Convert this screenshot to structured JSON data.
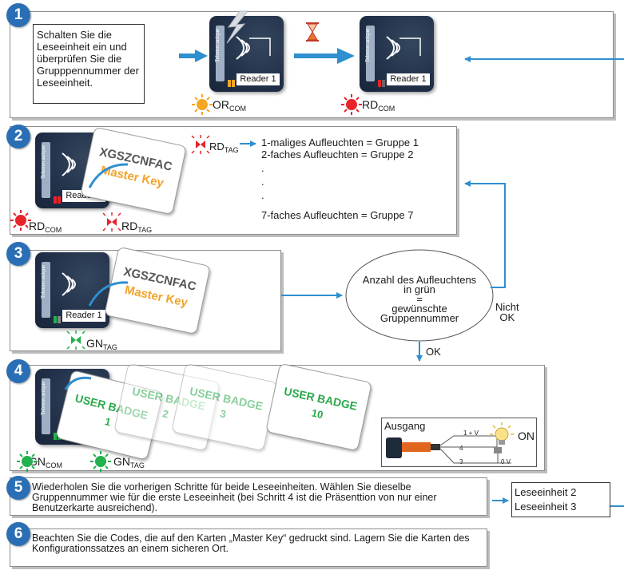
{
  "steps": {
    "s1": {
      "num": "1",
      "text": "Schalten Sie die Leseeinheit ein und überprüfen Sie die Grupppennummer der Leseeinheit."
    },
    "s2": {
      "num": "2"
    },
    "s3": {
      "num": "3"
    },
    "s4": {
      "num": "4"
    },
    "s5": {
      "num": "5",
      "text": "Wiederholen Sie die vorherigen Schritte für beide Leseeinheiten. Wählen Sie dieselbe Gruppennummer wie für die erste Leseeinheit (bei Schritt 4 ist die Präsenttion von nur einer Benutzerkarte ausreichend)."
    },
    "s6": {
      "num": "6",
      "text": "Beachten Sie die Codes, die auf den Karten „Master Key“ gedruckt sind. Lagern Sie die Karten des Konfigurationssatzes an einem sicheren Ort."
    }
  },
  "reader": {
    "label": "Reader 1",
    "brand": "Telemecanique"
  },
  "leds": {
    "or_com": {
      "main": "OR",
      "sub": "COM"
    },
    "rd_com": {
      "main": "RD",
      "sub": "COM"
    },
    "rd_tag": {
      "main": "RD",
      "sub": "TAG"
    },
    "gn_tag": {
      "main": "GN",
      "sub": "TAG"
    },
    "gn_com": {
      "main": "GN",
      "sub": "COM"
    }
  },
  "group_list": [
    "1-maliges Aufleuchten = Gruppe 1",
    "2-faches Aufleuchten = Gruppe 2",
    ".",
    ".",
    ".",
    "7-faches Aufleuchten = Gruppe 7"
  ],
  "master_card": {
    "code": "XGSZCNFAC",
    "name": "Master Key"
  },
  "decision": {
    "lines": [
      "Anzahl des Aufleuchtens",
      "in grün",
      "=",
      "gewünschte",
      "Gruppennummer"
    ],
    "no": [
      "Nicht",
      "OK"
    ],
    "yes": "OK"
  },
  "user_cards": [
    {
      "line1": "USER BADGE",
      "line2": "1"
    },
    {
      "line1": "USER BADGE",
      "line2": "2"
    },
    {
      "line1": "USER BADGE",
      "line2": "3"
    },
    {
      "line1": "USER BADGE",
      "line2": "10"
    }
  ],
  "output": {
    "title": "Ausgang",
    "state": "ON",
    "wire1": "1 + V",
    "wire2": "4",
    "wire3": "3",
    "wire4": "0 V"
  },
  "units": [
    "Leseeinheit 2",
    "Leseeinheit 3"
  ],
  "colors": {
    "accent": "#2a6fb5",
    "arrow": "#2f8fcf",
    "red": "#e8242b",
    "orange": "#f5a623",
    "green": "#22b14c"
  }
}
